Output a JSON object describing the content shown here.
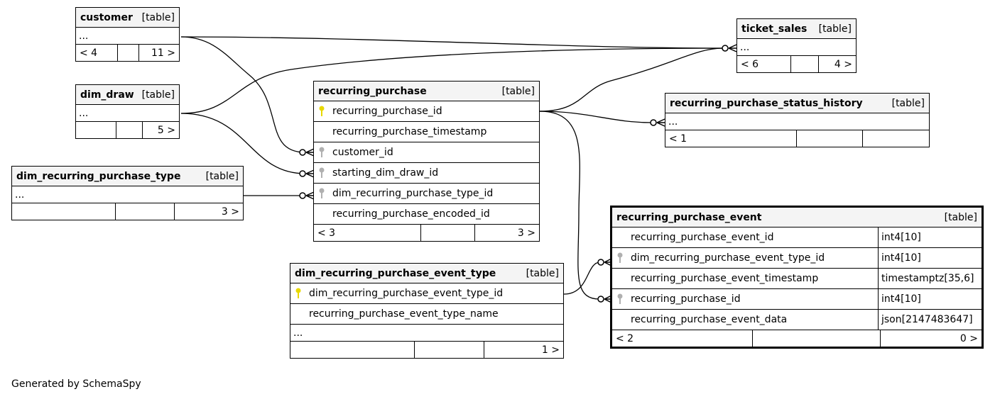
{
  "footer_text": "Generated by SchemaSpy",
  "colors": {
    "pk_key": "#e8d800",
    "fk_key": "#b0b0b0",
    "header_bg": "#f4f4f4"
  },
  "tables": {
    "customer": {
      "name": "customer",
      "kind": "[table]",
      "ellipsis": "...",
      "footer": [
        "< 4",
        "",
        "11 >"
      ]
    },
    "dim_draw": {
      "name": "dim_draw",
      "kind": "[table]",
      "ellipsis": "...",
      "footer": [
        "",
        "",
        "5 >"
      ]
    },
    "dim_recurring_purchase_type": {
      "name": "dim_recurring_purchase_type",
      "kind": "[table]",
      "ellipsis": "...",
      "footer": [
        "",
        "",
        "3 >"
      ]
    },
    "recurring_purchase": {
      "name": "recurring_purchase",
      "kind": "[table]",
      "columns": [
        {
          "name": "recurring_purchase_id",
          "key": "pk"
        },
        {
          "name": "recurring_purchase_timestamp",
          "key": ""
        },
        {
          "name": "customer_id",
          "key": "fk"
        },
        {
          "name": "starting_dim_draw_id",
          "key": "fk"
        },
        {
          "name": "dim_recurring_purchase_type_id",
          "key": "fk"
        },
        {
          "name": "recurring_purchase_encoded_id",
          "key": ""
        }
      ],
      "footer": [
        "< 3",
        "",
        "3 >"
      ]
    },
    "ticket_sales": {
      "name": "ticket_sales",
      "kind": "[table]",
      "ellipsis": "...",
      "footer": [
        "< 6",
        "",
        "4 >"
      ]
    },
    "recurring_purchase_status_history": {
      "name": "recurring_purchase_status_history",
      "kind": "[table]",
      "ellipsis": "...",
      "footer": [
        "< 1",
        "",
        ""
      ]
    },
    "dim_recurring_purchase_event_type": {
      "name": "dim_recurring_purchase_event_type",
      "kind": "[table]",
      "columns": [
        {
          "name": "dim_recurring_purchase_event_type_id",
          "key": "pk"
        },
        {
          "name": "recurring_purchase_event_type_name",
          "key": ""
        }
      ],
      "ellipsis": "...",
      "footer": [
        "",
        "",
        "1 >"
      ]
    },
    "recurring_purchase_event": {
      "name": "recurring_purchase_event",
      "kind": "[table]",
      "columns": [
        {
          "name": "recurring_purchase_event_id",
          "key": "",
          "type": "int4[10]"
        },
        {
          "name": "dim_recurring_purchase_event_type_id",
          "key": "fk",
          "type": "int4[10]"
        },
        {
          "name": "recurring_purchase_event_timestamp",
          "key": "",
          "type": "timestamptz[35,6]"
        },
        {
          "name": "recurring_purchase_id",
          "key": "fk",
          "type": "int4[10]"
        },
        {
          "name": "recurring_purchase_event_data",
          "key": "",
          "type": "json[2147483647]"
        }
      ],
      "footer": [
        "< 2",
        "",
        "0 >"
      ]
    }
  }
}
